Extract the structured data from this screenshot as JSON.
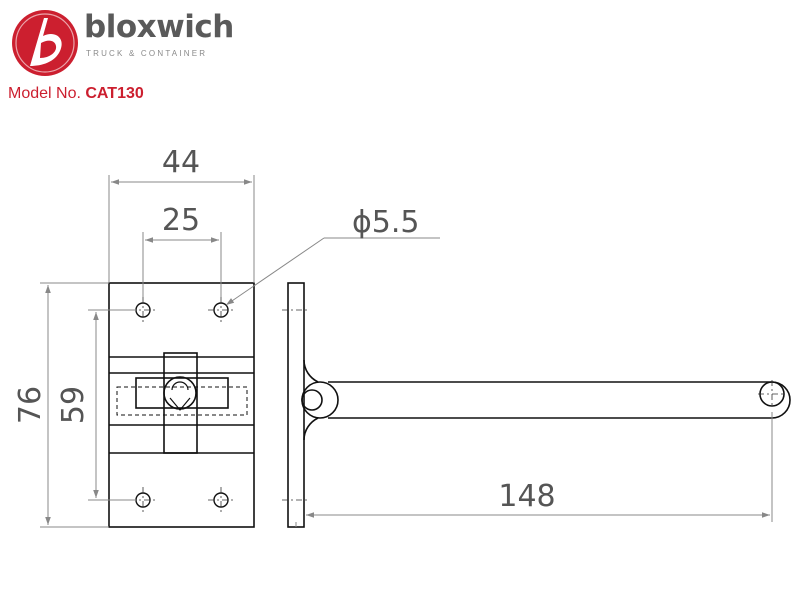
{
  "brand": {
    "name": "bloxwich",
    "tagline": "TRUCK & CONTAINER",
    "accent_color": "#cc1f2f"
  },
  "model": {
    "prefix": "Model No.",
    "number": "CAT130"
  },
  "dimensions": {
    "plate_width": "44",
    "hole_spacing_horizontal": "25",
    "hole_diameter": "ϕ5.5",
    "plate_height": "76",
    "hole_spacing_vertical": "59",
    "arm_length": "148"
  }
}
